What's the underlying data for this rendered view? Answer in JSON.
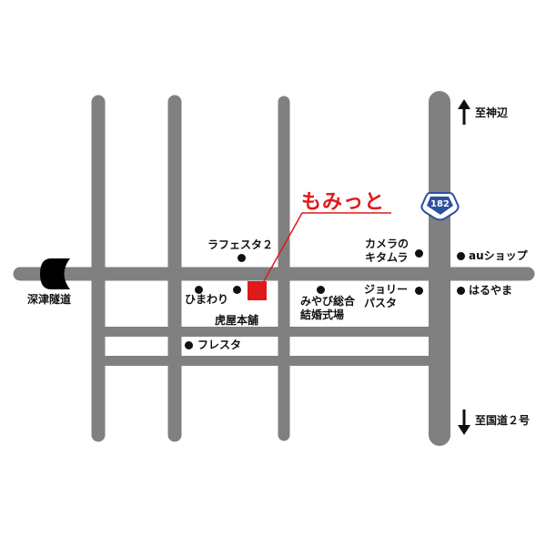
{
  "colors": {
    "road": "#808080",
    "highlight": "#e01919",
    "text": "#111111",
    "route_badge_fill": "#2f4f9f"
  },
  "title": "もみっと",
  "route_number": "182",
  "directions": {
    "north": "至神辺",
    "south": "至国道２号"
  },
  "tunnel": {
    "icon": "tunnel-portal-icon",
    "label": "深津隧道"
  },
  "landmarks": {
    "lafesta2": "ラフェスタ２",
    "himawari": "ひまわり",
    "toraya": "虎屋本舗",
    "miyabi_line1": "みやび総合",
    "miyabi_line2": "結婚式場",
    "camera_line1": "カメラの",
    "camera_line2": "キタムラ",
    "jolly_line1": "ジョリー",
    "jolly_line2": "パスタ",
    "au_shop": "auショップ",
    "haruyama": "はるやま",
    "fresta": "フレスタ"
  }
}
